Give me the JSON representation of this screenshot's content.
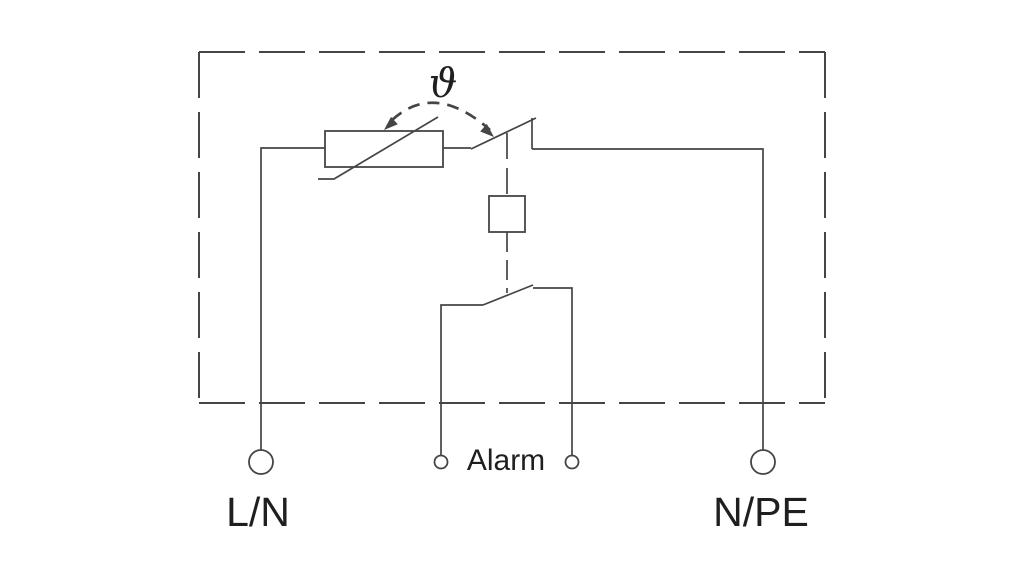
{
  "colors": {
    "background": "#ffffff",
    "line": "#454548",
    "text": "#1f1f21"
  },
  "diagram": {
    "type": "circuit-schematic",
    "labels": {
      "thermal_symbol": "ϑ",
      "alarm_label": "Alarm",
      "left_terminal_label": "L/N",
      "right_terminal_label": "N/PE"
    },
    "components": [
      {
        "name": "enclosure-dashed-outline"
      },
      {
        "name": "varistor"
      },
      {
        "name": "thermal-disconnect-switch"
      },
      {
        "name": "thermal-coupling-dashed-arrow"
      },
      {
        "name": "linkage-indicator-box"
      },
      {
        "name": "alarm-changeover-contact"
      },
      {
        "name": "terminal-l-n"
      },
      {
        "name": "terminal-n-pe"
      },
      {
        "name": "alarm-terminal-left"
      },
      {
        "name": "alarm-terminal-right"
      }
    ]
  }
}
